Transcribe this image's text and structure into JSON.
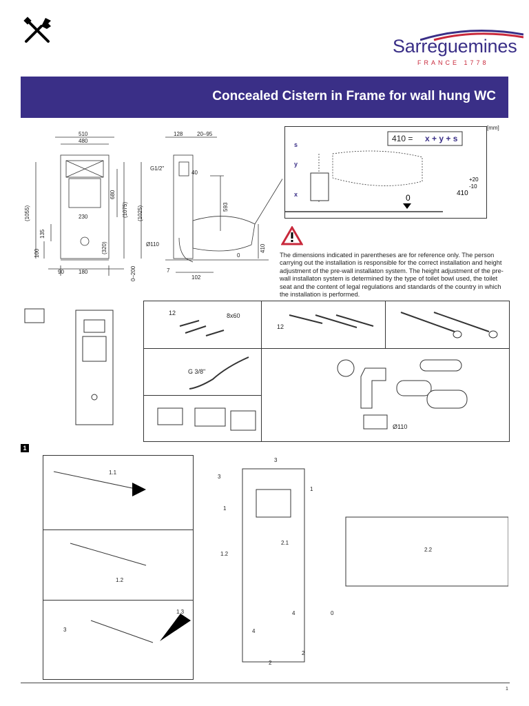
{
  "brand": {
    "name": "Sarreguemines",
    "subtitle": "FRANCE 1778"
  },
  "title": "Concealed Cistern in Frame for wall hung WC",
  "unit": "[mm]",
  "drawing": {
    "front_dims": [
      "510",
      "480",
      "230",
      "680",
      "(1055)",
      "(1075)",
      "(1025)",
      "135",
      "100",
      "(320)",
      "90",
      "180",
      "0–200"
    ],
    "side_dims": [
      "128",
      "20–95",
      "G1/2\"",
      "40",
      "593",
      "Ø110",
      "7",
      "102",
      "0",
      "410"
    ],
    "tol_plus": "+20",
    "tol_minus": "-10"
  },
  "formula": {
    "lhs": "410 = ",
    "rhs": "x + y + s",
    "labels": [
      "s",
      "y",
      "x",
      "0",
      "410"
    ]
  },
  "warning": "The dimensions indicated in parentheses are for reference only. The person carrying out the installation is responsible for the correct installation and height adjustment of the pre-wall installaton system. The height adjustment of the pre-wall installaton system is determined by the type of toilet bowl used, the toilet seat and the content of legal regulations and standards of the country in which the installation is performed.",
  "parts": {
    "screws_qty": "12",
    "screws_size": "8x60",
    "rods_qty": "12",
    "hose": "G 3/8\"",
    "pipe": "Ø110"
  },
  "step": {
    "number": "1",
    "callouts": [
      "1.1",
      "1.2",
      "1.3",
      "3",
      "3",
      "3",
      "1",
      "1",
      "1.2",
      "2.1",
      "2.2",
      "4",
      "4",
      "2",
      "2",
      "0"
    ]
  },
  "page_number": "1"
}
